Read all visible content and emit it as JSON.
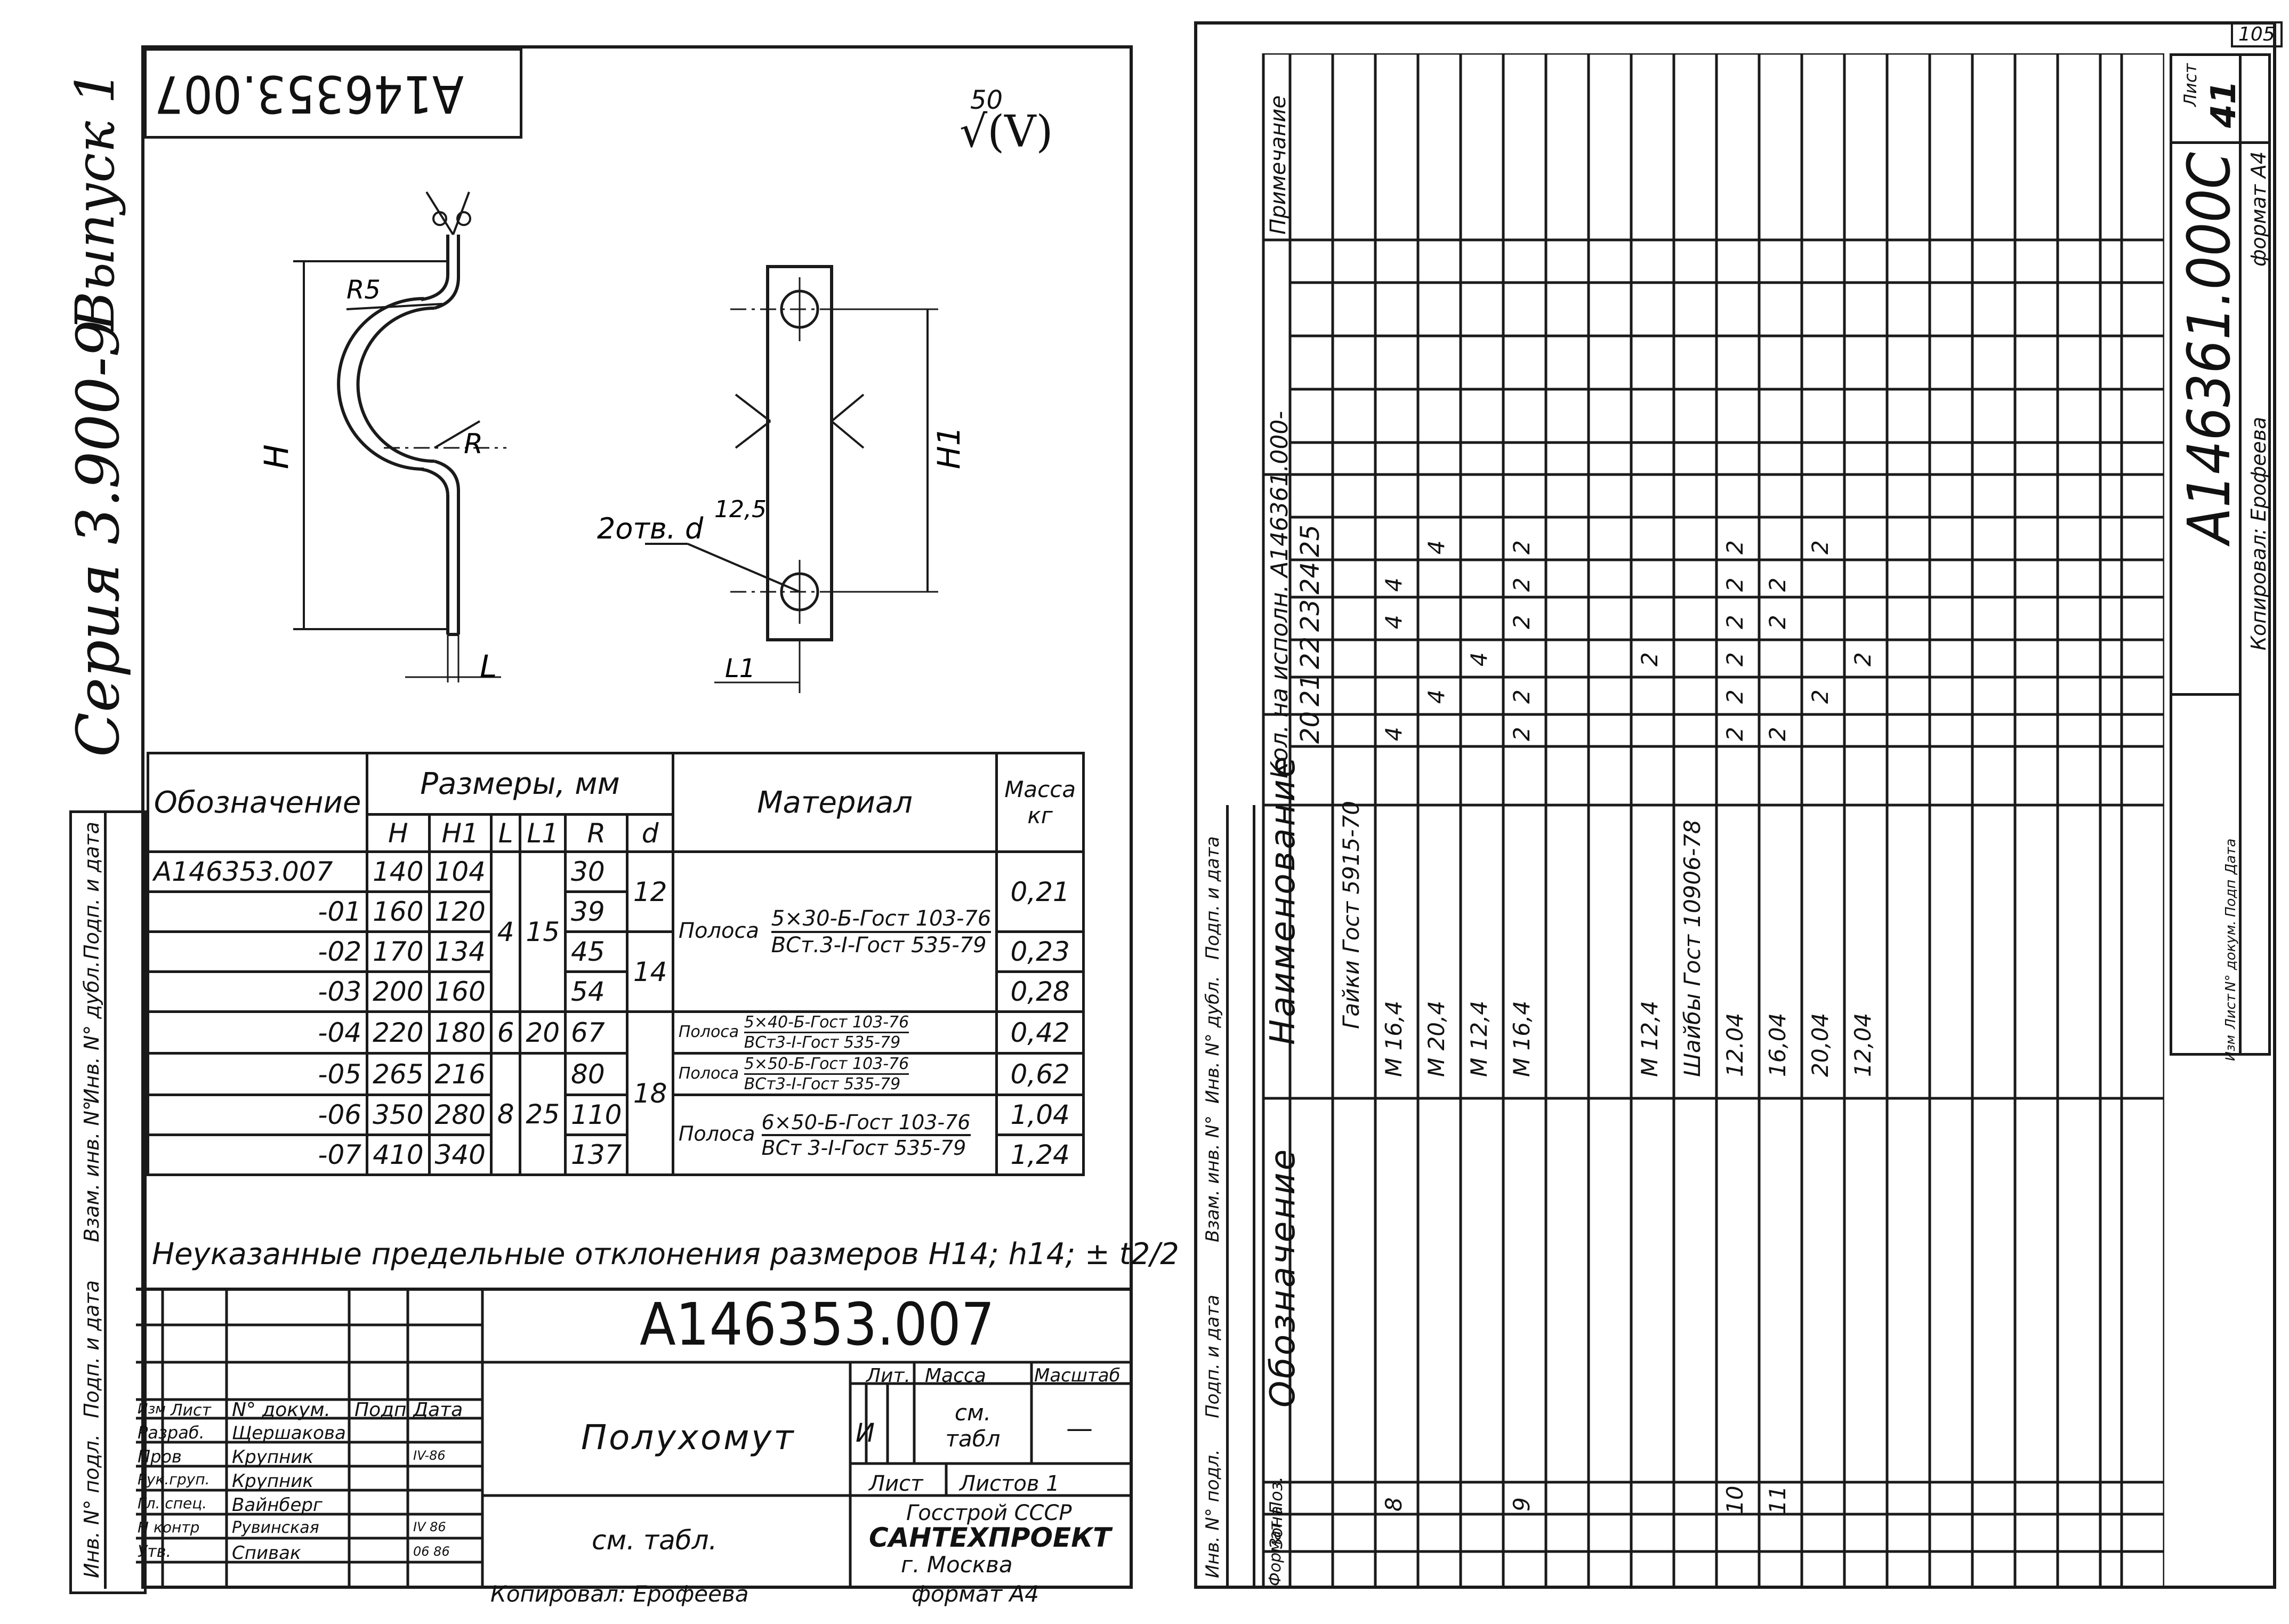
{
  "left": {
    "series": "Серия 3.900-9",
    "issue": "Выпуск 1",
    "stamp_top": "А146353.007",
    "roughness": {
      "value": "50",
      "mark": "√(V)"
    },
    "side_labels": [
      "Инв. N° подл.",
      "Подп. и дата",
      "Взам. инв. N°",
      "Инв. N° дубл.",
      "Подп. и дата"
    ],
    "dims": {
      "H": "H",
      "R5": "R5",
      "R": "R",
      "L": "L",
      "H1": "H1",
      "holes": "2отв. d",
      "r125": "12,5",
      "L1": "L1"
    },
    "table": {
      "h_designation": "Обозначение",
      "h_sizes": "Размеры, мм",
      "h_material": "Материал",
      "h_mass": "Масса кг",
      "sub": [
        "H",
        "H1",
        "L",
        "L1",
        "R",
        "d"
      ],
      "rows": [
        {
          "des": "А146353.007",
          "H": "140",
          "H1": "104",
          "R": "30",
          "mass": "0,21"
        },
        {
          "des": "-01",
          "H": "160",
          "H1": "120",
          "R": "39"
        },
        {
          "des": "-02",
          "H": "170",
          "H1": "134",
          "R": "45",
          "mass": "0,23"
        },
        {
          "des": "-03",
          "H": "200",
          "H1": "160",
          "R": "54",
          "mass": "0,28"
        },
        {
          "des": "-04",
          "H": "220",
          "H1": "180",
          "L": "6",
          "L1": "20",
          "R": "67",
          "mass": "0,42"
        },
        {
          "des": "-05",
          "H": "265",
          "H1": "216",
          "R": "80",
          "mass": "0,62"
        },
        {
          "des": "-06",
          "H": "350",
          "H1": "280",
          "R": "110",
          "mass": "1,04"
        },
        {
          "des": "-07",
          "H": "410",
          "H1": "340",
          "R": "137",
          "mass": "1,24"
        }
      ],
      "L_a": "4",
      "L1_a": "15",
      "L_c": "8",
      "L1_c": "25",
      "d_a": "12",
      "d_b": "14",
      "d_c": "18",
      "mass_01": "",
      "mat_prefix": "Полоса",
      "mat_a1": "5×30-Б-Гост 103-76",
      "mat_a2": "ВСт.3-I-Гост 535-79",
      "mat_b1": "5×40-Б-Гост 103-76",
      "mat_b2": "ВСт3-I-Гост 535-79",
      "mat_c1": "5×50-Б-Гост 103-76",
      "mat_c2": "ВСт3-I-Гост 535-79",
      "mat_d1": "6×50-Б-Гост 103-76",
      "mat_d2": "ВСт 3-I-Гост 535-79"
    },
    "tolerance_note": "Неуказанные предельные отклонения размеров H14; h14; ± t2/2",
    "titleblock": {
      "number": "А146353.007",
      "name": "Полухомут",
      "material": "см.   табл.",
      "lit_h": "Лит.",
      "mass_h": "Масса",
      "scale_h": "Масштаб",
      "lit": "И",
      "mass": "см. табл",
      "scale": "—",
      "sheet": "Лист",
      "sheets": "Листов 1",
      "org1": "Госстрой СССР",
      "org2": "САНТЕХПРОЕКТ",
      "org3": "г. Москва",
      "cols": [
        "Изм",
        "Лист",
        "N° докум.",
        "Подп",
        "Дата"
      ],
      "roles": [
        {
          "role": "Разраб.",
          "name": "Щершакова",
          "date": ""
        },
        {
          "role": "Пров",
          "name": "Крупник",
          "date": "IV-86"
        },
        {
          "role": "Рук.груп.",
          "name": "Крупник",
          "date": ""
        },
        {
          "role": "Гл. спец.",
          "name": "Вайнберг",
          "date": ""
        },
        {
          "role": "Н контр",
          "name": "Рувинская",
          "date": "IV 86"
        },
        {
          "role": "Утв.",
          "name": "Спивак",
          "date": "06 86"
        }
      ]
    },
    "copied": "Копировал: Ерофеева",
    "format": "формат А4"
  },
  "right": {
    "page_no": "105",
    "list_h": "Лист",
    "list_v": "41",
    "format": "формат А4",
    "copied": "Копировал: Ерофеева",
    "doc_number": "А146361.000С",
    "stamp_cols": [
      "Изм",
      "Лист",
      "N° докум.",
      "Подп",
      "Дата"
    ],
    "side_labels": [
      "Инв. N° подл.",
      "Подп. и дата",
      "Взам. инв. N°",
      "Инв. N° дубл.",
      "Подп. и дата"
    ],
    "headers": {
      "format": "Формат",
      "zone": "Зона",
      "pos": "Поз.",
      "designation": "Обозначение",
      "name": "Наименование",
      "qty": "Кол. на исполн. А146361.000-",
      "note": "Примечание"
    },
    "qty_cols": [
      "20",
      "21",
      "22",
      "23",
      "24",
      "25"
    ],
    "rows": [
      {
        "pos": "",
        "name": "Гайки  Гост 5915-70",
        "q": [
          "",
          "",
          "",
          "",
          "",
          ""
        ]
      },
      {
        "pos": "8",
        "name": "М 16,4",
        "q": [
          "4",
          "",
          "",
          "4",
          "4",
          ""
        ]
      },
      {
        "pos": "",
        "name": "М 20,4",
        "q": [
          "",
          "4",
          "",
          "",
          "",
          "4"
        ]
      },
      {
        "pos": "",
        "name": "М 12,4",
        "q": [
          "",
          "",
          "4",
          "",
          "",
          ""
        ]
      },
      {
        "pos": "9",
        "name": "М 16,4",
        "q": [
          "2",
          "2",
          "",
          "2",
          "2",
          "2"
        ]
      },
      {
        "pos": "",
        "name": "",
        "q": [
          "",
          "",
          "",
          "",
          "",
          ""
        ]
      },
      {
        "pos": "",
        "name": "М 12,4",
        "q": [
          "",
          "",
          "2",
          "",
          "",
          ""
        ]
      },
      {
        "pos": "",
        "name": "Шайбы  Гост 10906-78",
        "q": [
          "",
          "",
          "",
          "",
          "",
          ""
        ]
      },
      {
        "pos": "10",
        "name": "12.04",
        "q": [
          "2",
          "2",
          "2",
          "2",
          "2",
          "2"
        ]
      },
      {
        "pos": "11",
        "name": "16,04",
        "q": [
          "2",
          "",
          "",
          "2",
          "2",
          ""
        ]
      },
      {
        "pos": "",
        "name": "20,04",
        "q": [
          "",
          "2",
          "",
          "",
          "",
          "2"
        ]
      },
      {
        "pos": "",
        "name": "12,04",
        "q": [
          "",
          "",
          "2",
          "",
          "",
          ""
        ]
      }
    ]
  }
}
